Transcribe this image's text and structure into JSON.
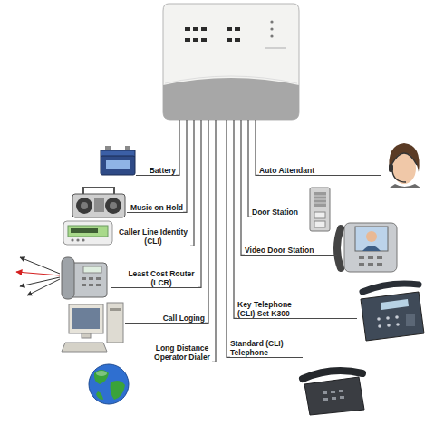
{
  "diagram": {
    "nodes": [
      {
        "text": []
      },
      {
        "text": [
          "Battery"
        ]
      },
      {
        "text": [
          "Auto Attendant"
        ]
      },
      {
        "text": [
          "Music on Hold"
        ]
      },
      {
        "text": [
          "Door Station"
        ]
      },
      {
        "text": [
          "Caller Line Identity (CLI)"
        ]
      },
      {
        "text": [
          "Video Door Station"
        ]
      },
      {
        "text": [
          "Least Cost Router (LCR)"
        ]
      },
      {
        "text": [
          "Key Telephone (CLI) Set K300"
        ]
      },
      {
        "text": [
          "Call Loging"
        ]
      },
      {
        "text": [
          "Long Distance Operator Dialer"
        ]
      },
      {
        "text": [
          "Standard (CLI) Telephone"
        ]
      }
    ],
    "edges": [
      {
        "from": 0,
        "to": 1,
        "arrow": "none"
      },
      {
        "from": 0,
        "to": 2,
        "arrow": "none"
      },
      {
        "from": 0,
        "to": 3,
        "arrow": "none"
      },
      {
        "from": 0,
        "to": 4,
        "arrow": "none"
      },
      {
        "from": 0,
        "to": 5,
        "arrow": "none"
      },
      {
        "from": 0,
        "to": 6,
        "arrow": "none"
      },
      {
        "from": 0,
        "to": 7,
        "arrow": "none"
      },
      {
        "from": 0,
        "to": 8,
        "arrow": "none"
      },
      {
        "from": 0,
        "to": 9,
        "arrow": "none"
      },
      {
        "from": 0,
        "to": 10,
        "arrow": "none"
      },
      {
        "from": 0,
        "to": 11,
        "arrow": "none"
      }
    ]
  }
}
